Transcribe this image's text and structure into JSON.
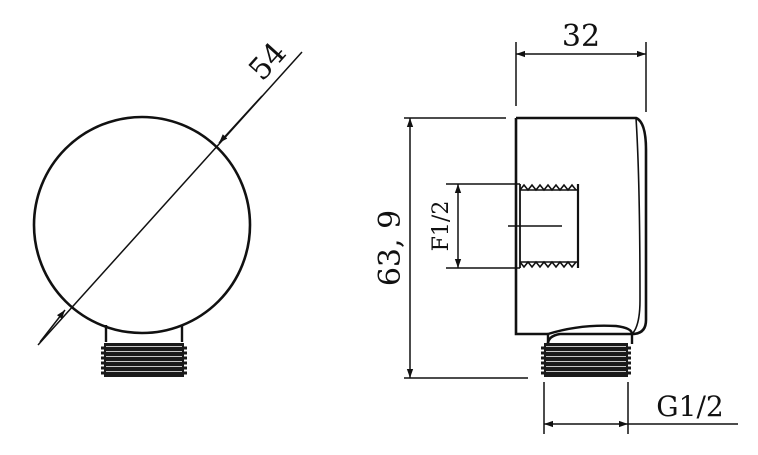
{
  "front_view": {
    "diameter_label": "54"
  },
  "side_view": {
    "width_label": "32",
    "height_label": "63, 9",
    "inner_thread_label": "F1/2",
    "outer_thread_label": "G1/2"
  }
}
